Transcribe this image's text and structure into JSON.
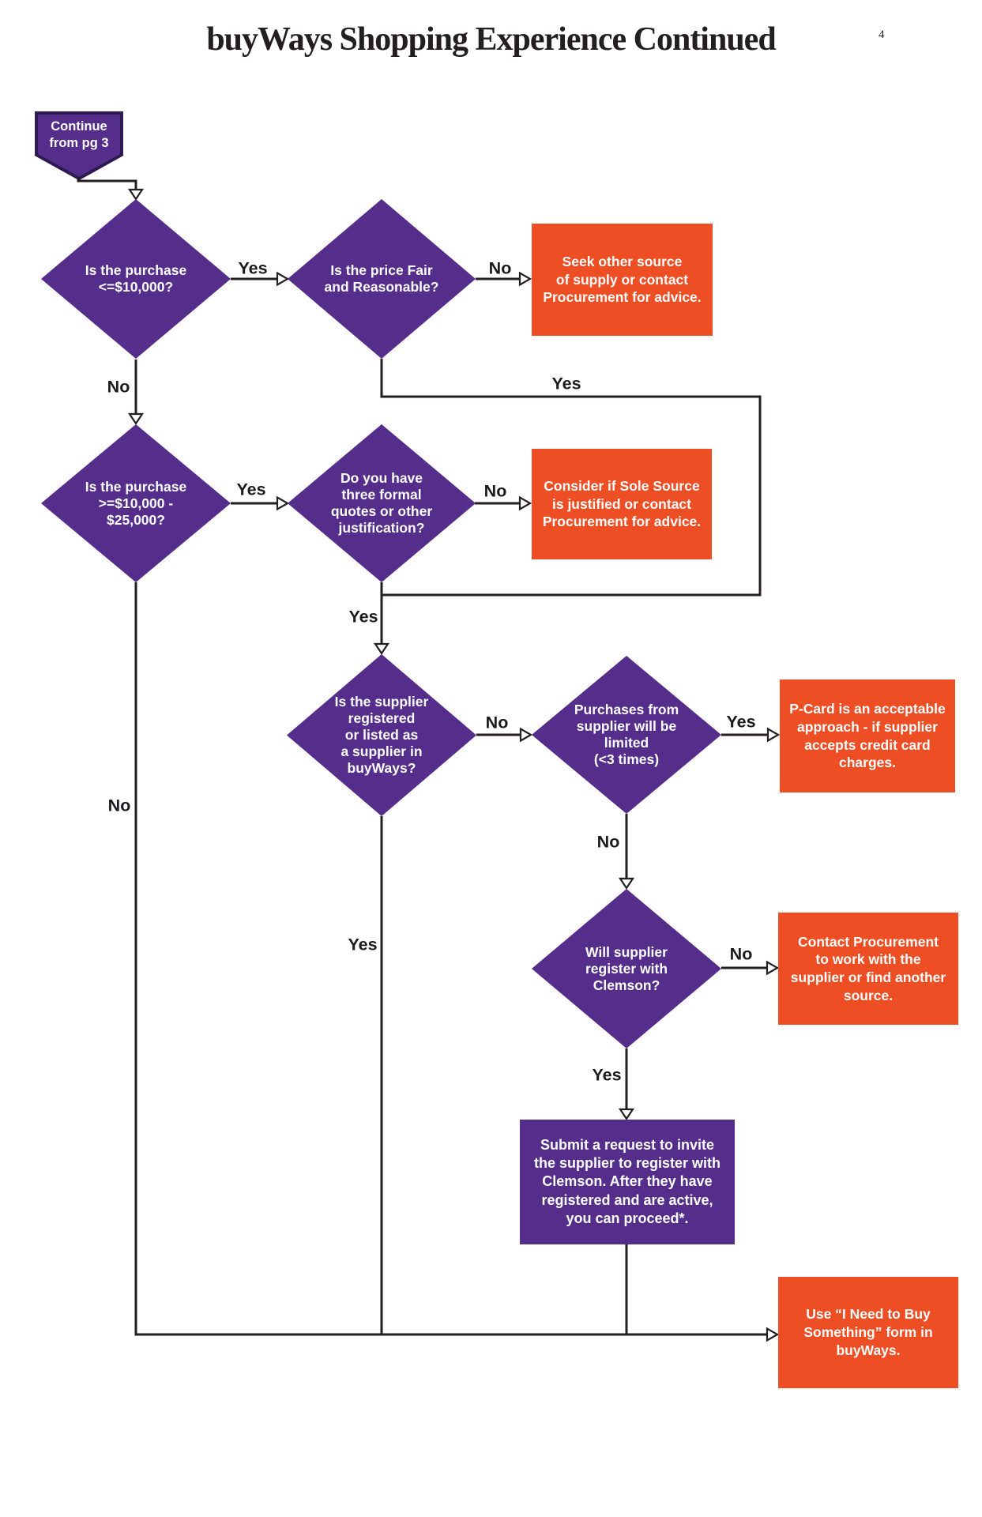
{
  "page": {
    "title": "buyWays Shopping Experience Continued",
    "page_number": "4"
  },
  "colors": {
    "purple": "#552e8c",
    "purple_dark": "#2e1a52",
    "orange": "#ee4e24",
    "line": "#231f20",
    "white": "#ffffff"
  },
  "nodes": {
    "start": "Continue\nfrom pg 3",
    "d1": "Is the purchase\n<=$10,000?",
    "d2": "Is the price Fair\nand Reasonable?",
    "d3": "Is the purchase\n>=$10,000 -\n$25,000?",
    "d4": "Do you have\nthree formal\nquotes or other\njustification?",
    "d5": "Is the supplier\nregistered\nor listed as\na supplier in\nbuyWays?",
    "d6": "Purchases from\nsupplier will be\nlimited\n(<3 times)",
    "d7": "Will supplier\nregister with\nClemson?",
    "box1": "Seek other source\nof supply or contact\nProcurement for advice.",
    "box2": "Consider if Sole Source\nis justified or contact\nProcurement for advice.",
    "box3": "P-Card is an acceptable\napproach - if supplier\naccepts credit card\ncharges.",
    "box4": "Contact Procurement\nto work with the\nsupplier or find another\nsource.",
    "process1": "Submit a request to invite\nthe supplier to register with\nClemson. After they have\nregistered and are active,\nyou can proceed*.",
    "box5": "Use “I Need to Buy\nSomething” form in\nbuyWays."
  },
  "edges": {
    "d1_yes": "Yes",
    "d1_no": "No",
    "d2_no": "No",
    "d2_yes": "Yes",
    "d3_yes": "Yes",
    "d3_no": "No",
    "d4_no": "No",
    "d4_yes": "Yes",
    "d5_no": "No",
    "d5_yes": "Yes",
    "d6_yes": "Yes",
    "d6_no": "No",
    "d7_no": "No",
    "d7_yes": "Yes"
  }
}
